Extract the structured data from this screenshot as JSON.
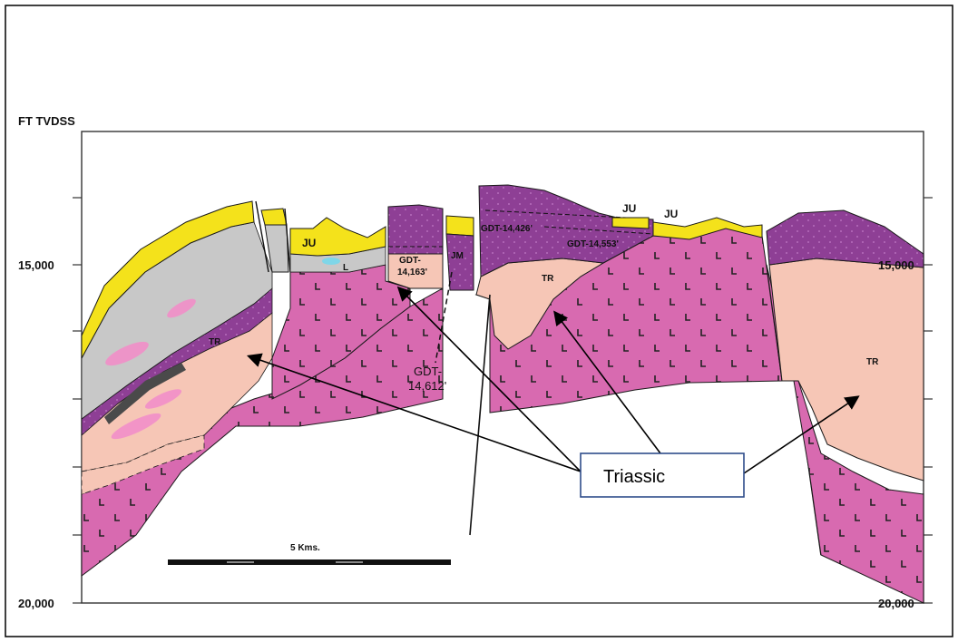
{
  "axis": {
    "title": "FT TVDSS",
    "left_ticks": [
      "15,000",
      "20,000"
    ],
    "right_ticks": [
      "15,000",
      "20,000"
    ]
  },
  "unit_labels": {
    "ju_1": "JU",
    "ju_2": "JU",
    "ju_3": "JU",
    "jm": "JM",
    "l_1": "L",
    "tr_1": "TR",
    "tr_2": "TR",
    "tr_3": "TR",
    "gdt_1_line1": "GDT-",
    "gdt_1_line2": "14,163'",
    "gdt_2_line1": "GDT-",
    "gdt_2_line2": "14,612'",
    "gdt_3": "GDT-14,426'",
    "gdt_4": "GDT-14,553'"
  },
  "scale_bar": {
    "label": "5 Kms."
  },
  "callout": {
    "label": "Triassic"
  },
  "colors": {
    "yellow": "#f4e21b",
    "grey": "#c8c8c8",
    "purple": "#8e3f95",
    "pink_light": "#f6c6b6",
    "magenta": "#d86ab0",
    "outline": "#1a1a1a"
  }
}
